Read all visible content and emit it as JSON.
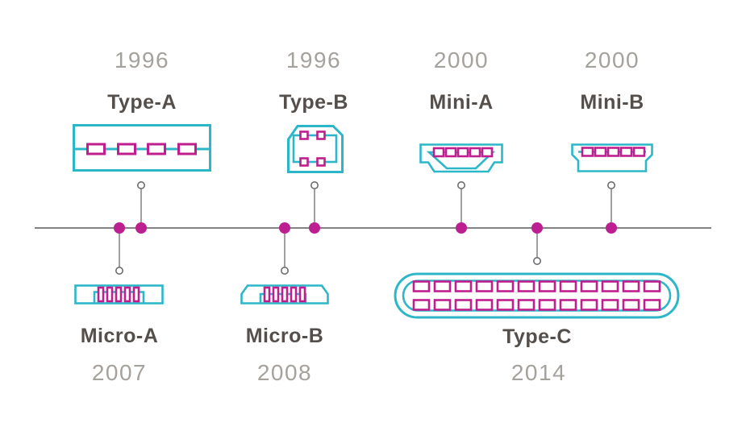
{
  "diagram": "USB connector types timeline",
  "colors": {
    "connector_outline": "#2cb7c9",
    "connector_pins": "#bf1e8e",
    "timeline_line": "#58595b",
    "marker_dot": "#bb1f90",
    "stem_line": "#808184",
    "endpoint_ring": "#6d6e71",
    "year_text": "#a5a19c",
    "label_text": "#544f4b",
    "background": "#ffffff"
  },
  "items": [
    {
      "id": "type-a",
      "label": "Type-A",
      "year": "1996",
      "row": "top"
    },
    {
      "id": "type-b",
      "label": "Type-B",
      "year": "1996",
      "row": "top"
    },
    {
      "id": "mini-a",
      "label": "Mini-A",
      "year": "2000",
      "row": "top"
    },
    {
      "id": "mini-b",
      "label": "Mini-B",
      "year": "2000",
      "row": "top"
    },
    {
      "id": "micro-a",
      "label": "Micro-A",
      "year": "2007",
      "row": "bottom"
    },
    {
      "id": "micro-b",
      "label": "Micro-B",
      "year": "2008",
      "row": "bottom"
    },
    {
      "id": "type-c",
      "label": "Type-C",
      "year": "2014",
      "row": "bottom"
    }
  ]
}
